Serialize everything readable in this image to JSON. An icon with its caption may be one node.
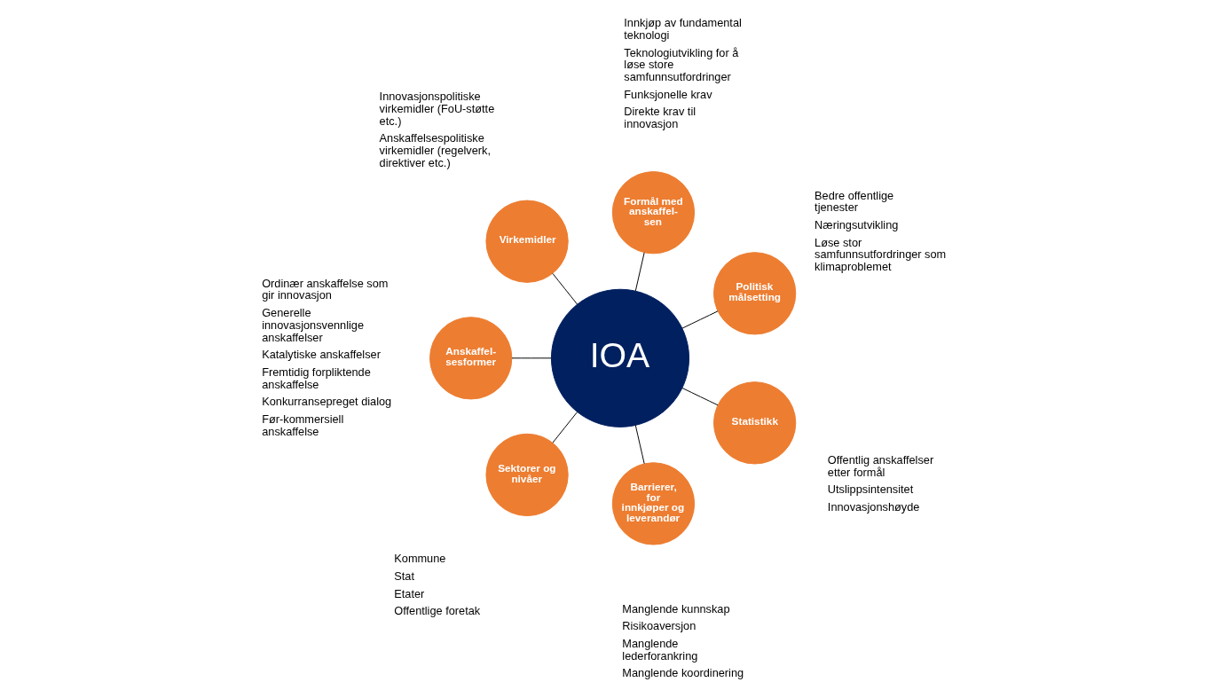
{
  "diagram": {
    "nodes": [
      {
        "text": [
          "Politisk målsetting"
        ],
        "beside": [
          "Bedre offentlige tjenester",
          "Næringsutvikling",
          "Løse stor samfunnsutfordringer som klimaproblemet"
        ]
      },
      {
        "text": [
          "Formål med anskaffel- sen"
        ],
        "beside": [
          "Innkjøp av fundamental teknologi",
          "Teknologiutvikling for å løse store samfunnsutfordringer",
          "Funksjonelle krav",
          "Direkte krav til innovasjon"
        ]
      },
      {
        "text": [
          "Virkemidler"
        ],
        "beside": [
          "Innovasjonspolitiske virkemidler (FoU-støtte etc.)",
          "Anskaffelsespolitiske virkemidler (regelverk, direktiver etc.)"
        ]
      },
      {
        "text": [
          "Anskaffel- sesformer"
        ],
        "beside": [
          "Ordinær anskaffelse som gir innovasjon",
          "Generelle innovasjonsvennlige anskaffelser",
          "Katalytiske anskaffelser",
          "Fremtidig forpliktende anskaffelse",
          "Konkurransepreget dialog",
          "Før-kommersiell anskaffelse"
        ]
      },
      {
        "text": [
          "IOA"
        ]
      },
      {
        "text": [
          "Sektorer og nivåer"
        ],
        "beside": [
          "Kommune",
          "Stat",
          "Etater",
          "Offentlige foretak"
        ]
      },
      {
        "text": [
          "Barrierer, for innkjøper og leverandør"
        ],
        "beside": [
          "Manglende kunnskap",
          "Risikoaversjon",
          "Manglende lederforankring",
          "Manglende koordinering"
        ]
      },
      {
        "text": [
          "Statistikk"
        ],
        "beside": [
          "Offentlig anskaffelser etter formål",
          "Utslippsintensitet",
          "Innovasjonshøyde"
        ]
      }
    ],
    "edges": [
      {
        "from": 4,
        "to": 0,
        "arrow": "none"
      },
      {
        "from": 4,
        "to": 1,
        "arrow": "none"
      },
      {
        "from": 4,
        "to": 2,
        "arrow": "none"
      },
      {
        "from": 4,
        "to": 3,
        "arrow": "none"
      },
      {
        "from": 4,
        "to": 5,
        "arrow": "none"
      },
      {
        "from": 4,
        "to": 6,
        "arrow": "none"
      },
      {
        "from": 4,
        "to": 7,
        "arrow": "none"
      }
    ]
  }
}
